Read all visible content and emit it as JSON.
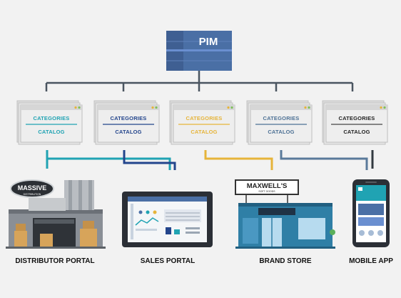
{
  "pim": {
    "label": "PIM",
    "color": "#4a6fa5",
    "color_dark": "#3f5f92",
    "accent": "#6a8fd0"
  },
  "line_color": "#4a5560",
  "cards": [
    {
      "top": "CATEGORIES",
      "bottom": "CATALOG",
      "top_color": "#20a3b3",
      "bottom_color": "#20a3b3",
      "line_color": "#20a3b3"
    },
    {
      "top": "CATEGORIES",
      "bottom": "CATALOG",
      "top_color": "#23458c",
      "bottom_color": "#23458c",
      "line_color": "#23458c"
    },
    {
      "top": "CATEGORIES",
      "bottom": "CATALOG",
      "top_color": "#e6b43a",
      "bottom_color": "#e6b43a",
      "line_color": "#e6b43a"
    },
    {
      "top": "CATEGORIES",
      "bottom": "CATALOG",
      "top_color": "#4d7195",
      "bottom_color": "#4d7195",
      "line_color": "#4d7195"
    },
    {
      "top": "CATEGORIES",
      "bottom": "CATALOG",
      "top_color": "#222222",
      "bottom_color": "#222222",
      "line_color": "#444444"
    }
  ],
  "connector_colors": {
    "teal": "#20a3b3",
    "navy": "#23458c",
    "yellow": "#e6b43a",
    "steel": "#5a7a9a",
    "dark": "#333a40"
  },
  "endpoints": [
    {
      "label": "DISTRIBUTOR PORTAL",
      "icon": "warehouse-icon",
      "logo_text_1": "MASSIVE",
      "logo_text_2": "DISTRIBUTION"
    },
    {
      "label": "SALES PORTAL",
      "icon": "tablet-dashboard-icon"
    },
    {
      "label": "BRAND STORE",
      "icon": "storefront-icon",
      "logo_text_1": "MAXWELL'S",
      "logo_text_2": "SOFT GOODS"
    },
    {
      "label": "MOBILE APP",
      "icon": "smartphone-icon"
    }
  ]
}
